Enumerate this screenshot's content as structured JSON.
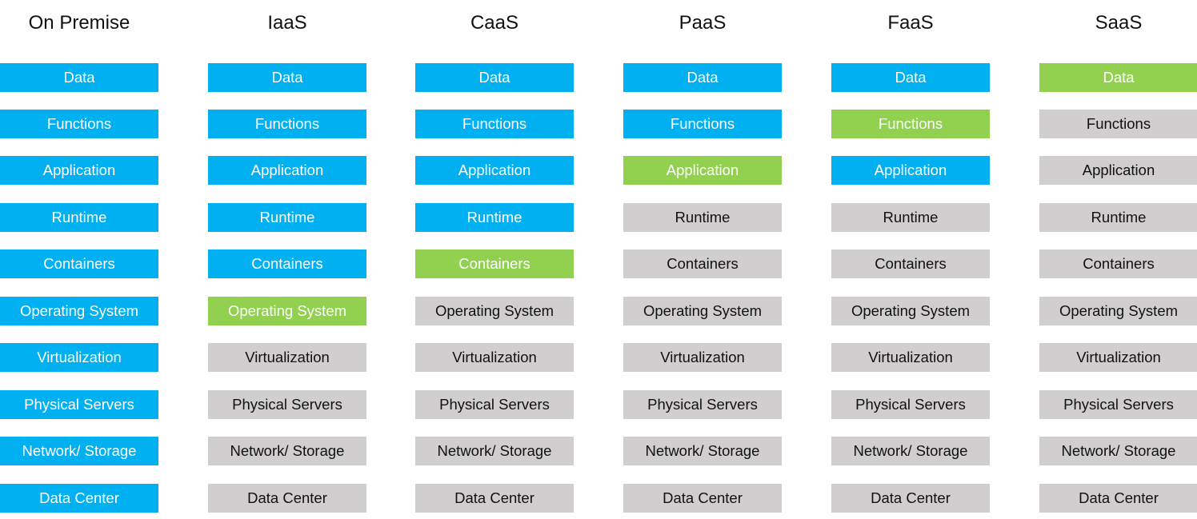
{
  "columns": [
    {
      "title": "On Premise",
      "layers": [
        {
          "label": "Data",
          "status": "self"
        },
        {
          "label": "Functions",
          "status": "self"
        },
        {
          "label": "Application",
          "status": "self"
        },
        {
          "label": "Runtime",
          "status": "self"
        },
        {
          "label": "Containers",
          "status": "self"
        },
        {
          "label": "Operating System",
          "status": "self"
        },
        {
          "label": "Virtualization",
          "status": "self"
        },
        {
          "label": "Physical Servers",
          "status": "self"
        },
        {
          "label": "Network/ Storage",
          "status": "self"
        },
        {
          "label": "Data Center",
          "status": "self"
        }
      ]
    },
    {
      "title": "IaaS",
      "layers": [
        {
          "label": "Data",
          "status": "self"
        },
        {
          "label": "Functions",
          "status": "self"
        },
        {
          "label": "Application",
          "status": "self"
        },
        {
          "label": "Runtime",
          "status": "self"
        },
        {
          "label": "Containers",
          "status": "self"
        },
        {
          "label": "Operating System",
          "status": "boundary"
        },
        {
          "label": "Virtualization",
          "status": "provider"
        },
        {
          "label": "Physical Servers",
          "status": "provider"
        },
        {
          "label": "Network/ Storage",
          "status": "provider"
        },
        {
          "label": "Data Center",
          "status": "provider"
        }
      ]
    },
    {
      "title": "CaaS",
      "layers": [
        {
          "label": "Data",
          "status": "self"
        },
        {
          "label": "Functions",
          "status": "self"
        },
        {
          "label": "Application",
          "status": "self"
        },
        {
          "label": "Runtime",
          "status": "self"
        },
        {
          "label": "Containers",
          "status": "boundary"
        },
        {
          "label": "Operating System",
          "status": "provider"
        },
        {
          "label": "Virtualization",
          "status": "provider"
        },
        {
          "label": "Physical Servers",
          "status": "provider"
        },
        {
          "label": "Network/ Storage",
          "status": "provider"
        },
        {
          "label": "Data Center",
          "status": "provider"
        }
      ]
    },
    {
      "title": "PaaS",
      "layers": [
        {
          "label": "Data",
          "status": "self"
        },
        {
          "label": "Functions",
          "status": "self"
        },
        {
          "label": "Application",
          "status": "boundary"
        },
        {
          "label": "Runtime",
          "status": "provider"
        },
        {
          "label": "Containers",
          "status": "provider"
        },
        {
          "label": "Operating System",
          "status": "provider"
        },
        {
          "label": "Virtualization",
          "status": "provider"
        },
        {
          "label": "Physical Servers",
          "status": "provider"
        },
        {
          "label": "Network/ Storage",
          "status": "provider"
        },
        {
          "label": "Data Center",
          "status": "provider"
        }
      ]
    },
    {
      "title": "FaaS",
      "layers": [
        {
          "label": "Data",
          "status": "self"
        },
        {
          "label": "Functions",
          "status": "boundary"
        },
        {
          "label": "Application",
          "status": "self"
        },
        {
          "label": "Runtime",
          "status": "provider"
        },
        {
          "label": "Containers",
          "status": "provider"
        },
        {
          "label": "Operating System",
          "status": "provider"
        },
        {
          "label": "Virtualization",
          "status": "provider"
        },
        {
          "label": "Physical Servers",
          "status": "provider"
        },
        {
          "label": "Network/ Storage",
          "status": "provider"
        },
        {
          "label": "Data Center",
          "status": "provider"
        }
      ]
    },
    {
      "title": "SaaS",
      "layers": [
        {
          "label": "Data",
          "status": "boundary"
        },
        {
          "label": "Functions",
          "status": "provider"
        },
        {
          "label": "Application",
          "status": "provider"
        },
        {
          "label": "Runtime",
          "status": "provider"
        },
        {
          "label": "Containers",
          "status": "provider"
        },
        {
          "label": "Operating System",
          "status": "provider"
        },
        {
          "label": "Virtualization",
          "status": "provider"
        },
        {
          "label": "Physical Servers",
          "status": "provider"
        },
        {
          "label": "Network/ Storage",
          "status": "provider"
        },
        {
          "label": "Data Center",
          "status": "provider"
        }
      ]
    }
  ],
  "colors": {
    "self": "#00b0f0",
    "boundary": "#92d050",
    "provider": "#d0cece"
  }
}
